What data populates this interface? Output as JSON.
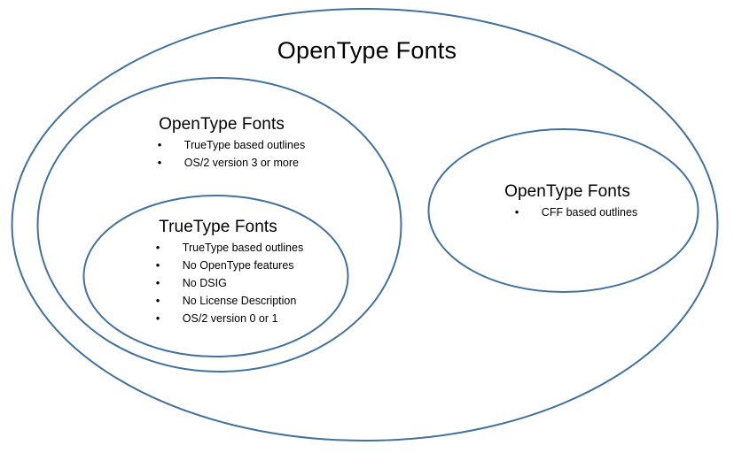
{
  "diagram": {
    "type": "venn-nested-ellipses",
    "background_color": "#ffffff",
    "stroke_color": "#41719c",
    "text_color": "#000000",
    "outer": {
      "title": "OpenType Fonts"
    },
    "groups": [
      {
        "id": "opentype-truetype-outlines",
        "title": "OpenType Fonts",
        "bullet_glyph": "•",
        "bullets": [
          "TrueType based outlines",
          "OS/2 version 3 or more"
        ]
      },
      {
        "id": "truetype-fonts",
        "title": "TrueType Fonts",
        "bullet_glyph": "•",
        "bullets": [
          "TrueType based outlines",
          "No OpenType features",
          "No DSIG",
          "No License Description",
          "OS/2 version 0 or 1"
        ]
      },
      {
        "id": "opentype-cff-outlines",
        "title": "OpenType Fonts",
        "bullet_glyph": "•",
        "bullets": [
          "CFF based outlines"
        ]
      }
    ]
  }
}
